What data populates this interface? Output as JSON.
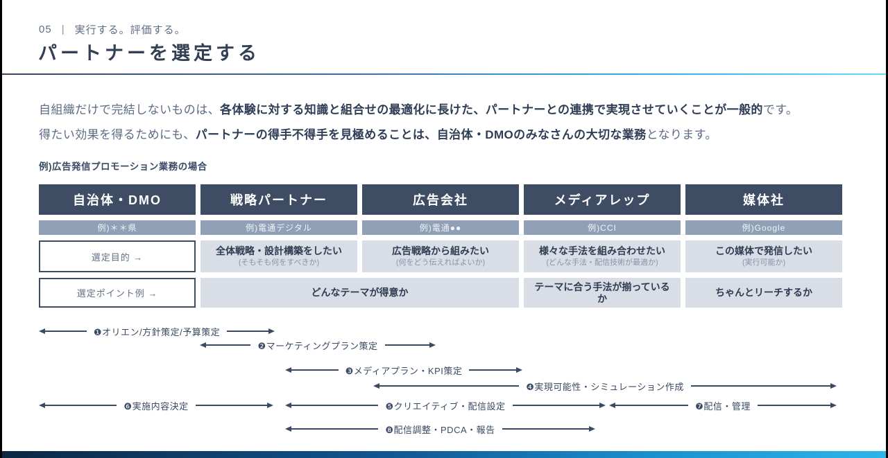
{
  "header": {
    "number": "05",
    "separator": "|",
    "section": "実行する。評価する。",
    "title": "パートナーを選定する"
  },
  "intro": {
    "line1_pre": "自組織だけで完結しないものは、",
    "line1_bold": "各体験に対する知識と組合せの最適化に長けた、パートナーとの連携で実現させていくことが一般的",
    "line1_post": "です。",
    "line2_pre": "得たい効果を得るためにも、",
    "line2_bold": "パートナーの得手不得手を見極めることは、自治体・DMOのみなさんの大切な業務",
    "line2_post": "となります。"
  },
  "example_label": "例)広告発信プロモーション業務の場合",
  "table": {
    "columns": [
      {
        "header": "自治体・DMO",
        "example": "例)＊＊県"
      },
      {
        "header": "戦略パートナー",
        "example": "例)電通デジタル"
      },
      {
        "header": "広告会社",
        "example": "例)電通●●"
      },
      {
        "header": "メディアレップ",
        "example": "例)CCI"
      },
      {
        "header": "媒体社",
        "example": "例)Google"
      }
    ],
    "purpose_row_label": "選定目的 →",
    "points_row_label": "選定ポイント例 →",
    "purpose_cells": [
      {
        "title": "全体戦略・設計構築をしたい",
        "note": "(そもそも何をすべきか)"
      },
      {
        "title": "広告戦略から組みたい",
        "note": "(何をどう伝えればよいか)"
      },
      {
        "title": "様々な手法を組み合わせたい",
        "note": "(どんな手法・配信技術が最適か)"
      },
      {
        "title": "この媒体で発信したい",
        "note": "(実行可能か)"
      }
    ],
    "point_cells": [
      {
        "text": "どんなテーマが得意か"
      },
      {
        "text": "テーマに合う手法が揃っているか"
      },
      {
        "text": "ちゃんとリーチするか"
      }
    ]
  },
  "timeline": {
    "items": [
      {
        "label": "❶オリエン/方針策定/予算策定"
      },
      {
        "label": "❷マーケティングプラン策定"
      },
      {
        "label": "❸メディアプラン・KPI策定"
      },
      {
        "label": "❹実現可能性・シミュレーション作成"
      },
      {
        "label": "❺クリエイティブ・配信設定"
      },
      {
        "label": "❻実施内容決定"
      },
      {
        "label": "❼配信・管理"
      },
      {
        "label": "❽配信調整・PDCA・報告"
      }
    ]
  },
  "colors": {
    "header_navy": "#3e4d63",
    "example_blue": "#8fa0b7",
    "cell_gray": "#d8dde6",
    "accent_dark": "#0c2742",
    "accent_cyan": "#2cb5ea"
  }
}
